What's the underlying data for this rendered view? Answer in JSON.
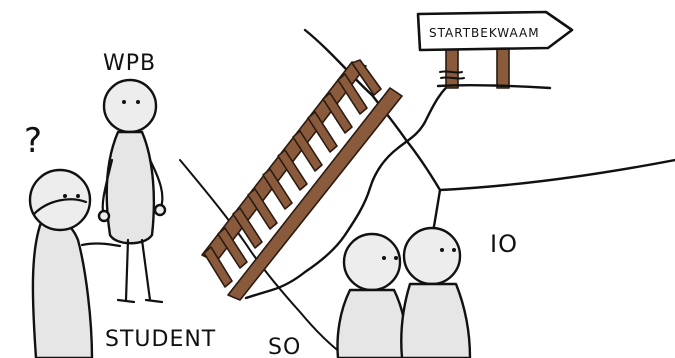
{
  "labels": {
    "wpb": "WPB",
    "question": "?",
    "student": "STUDENT",
    "so": "SO",
    "io": "IO",
    "sign": "STARTBEKWAAM"
  },
  "colors": {
    "ink": "#111111",
    "figure_fill": "#e6e6e6",
    "ladder_wood": "#8a5a3c",
    "ladder_outline": "#2a1a10",
    "background": "#ffffff"
  }
}
